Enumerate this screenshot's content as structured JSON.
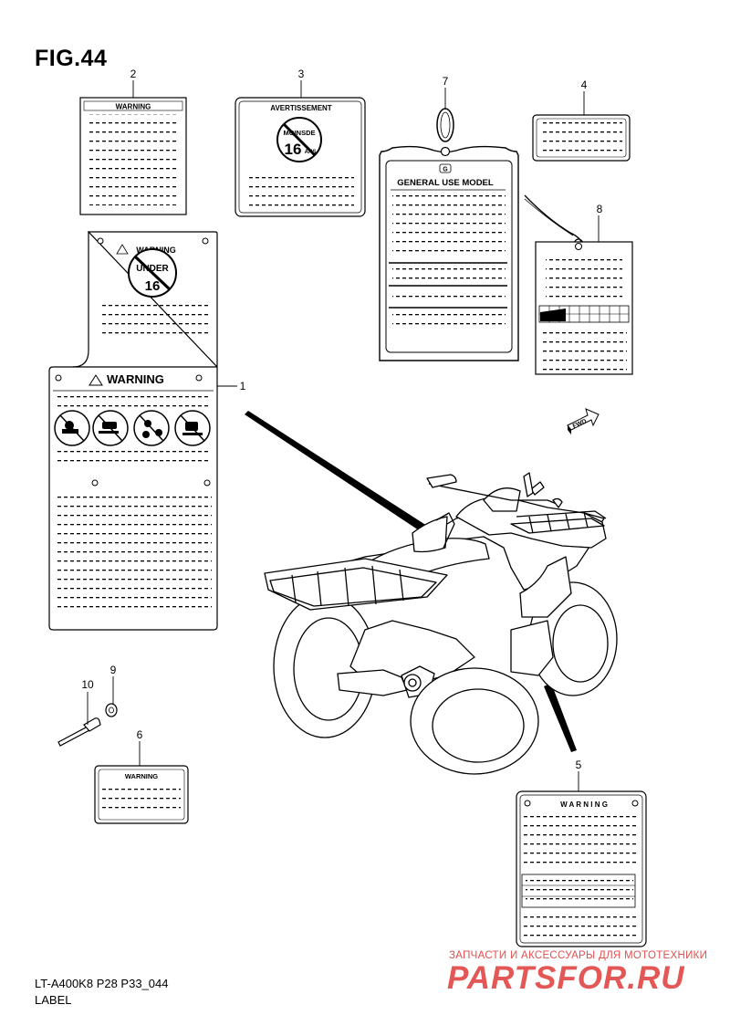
{
  "figure": {
    "title": "FIG.44",
    "model_code": "LT-A400K8 P28 P33_044",
    "caption": "LABEL"
  },
  "callouts": [
    "1",
    "2",
    "3",
    "4",
    "5",
    "6",
    "7",
    "8",
    "9",
    "10"
  ],
  "labels": {
    "warning": "WARNING",
    "warning_spaced": "W A R N I N G",
    "avertissement": "AVERTISSEMENT",
    "under": "UNDER",
    "sixteen": "16",
    "moins_de": "MOINSDE",
    "ans": "ANS",
    "general_use_model": "GENERAL USE MODEL",
    "g_mark": "G",
    "fwd": "FWD"
  },
  "watermark": {
    "tagline": "ЗАПЧАСТИ И АКСЕССУАРЫ ДЛЯ МОТОТЕХНИКИ",
    "logo": "PARTSFOR.RU",
    "color": "#e05050"
  }
}
